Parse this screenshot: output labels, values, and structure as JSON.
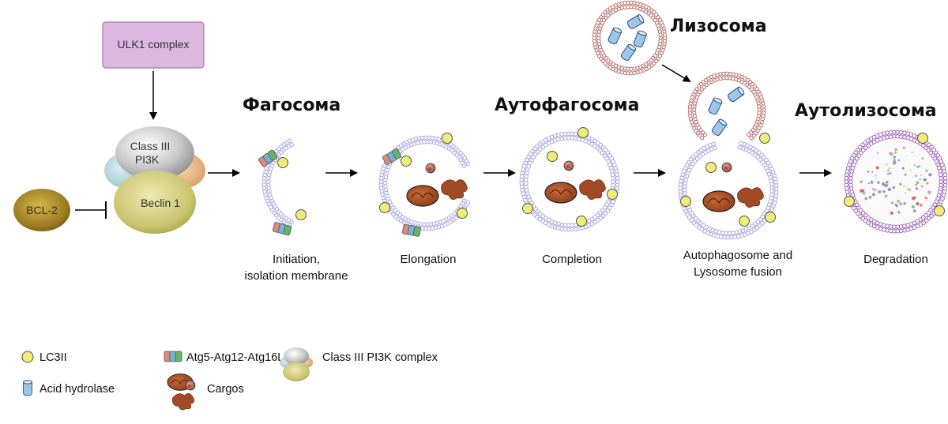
{
  "top": {
    "ulk1": "ULK1 complex",
    "class3": [
      "Class III",
      "PI3K"
    ],
    "beclin": "Beclin 1",
    "bcl2": "BCL-2"
  },
  "titles": {
    "phagosome": "Фагосома",
    "autophagosome": "Аутофагосома",
    "lysosome": "Лизосома",
    "autolysosome": "Аутолизосома"
  },
  "stages": {
    "initiation": [
      "Initiation,",
      "isolation membrane"
    ],
    "elongation": "Elongation",
    "completion": "Completion",
    "fusion": [
      "Autophagosome and",
      "Lysosome fusion"
    ],
    "degradation": "Degradation"
  },
  "legend": {
    "lc3": "LC3II",
    "atg": "Atg5-Atg12-Atg16L",
    "pi3k": "Class III PI3K complex",
    "hydrolase": "Acid hydrolase",
    "cargos": "Cargos"
  },
  "colors": {
    "lc3": "#f0ec7a",
    "membrane": "#a9a6dc",
    "lysosome_membrane": "#b46a6a",
    "autolysosome_membrane": "#a066b8",
    "ulk1_box": "#dcb7e0",
    "beclin": "#c9c46e",
    "bcl2": "#8a6c1c",
    "hydrolase": "#9cc6ea",
    "cargo": "#9b4a22"
  }
}
